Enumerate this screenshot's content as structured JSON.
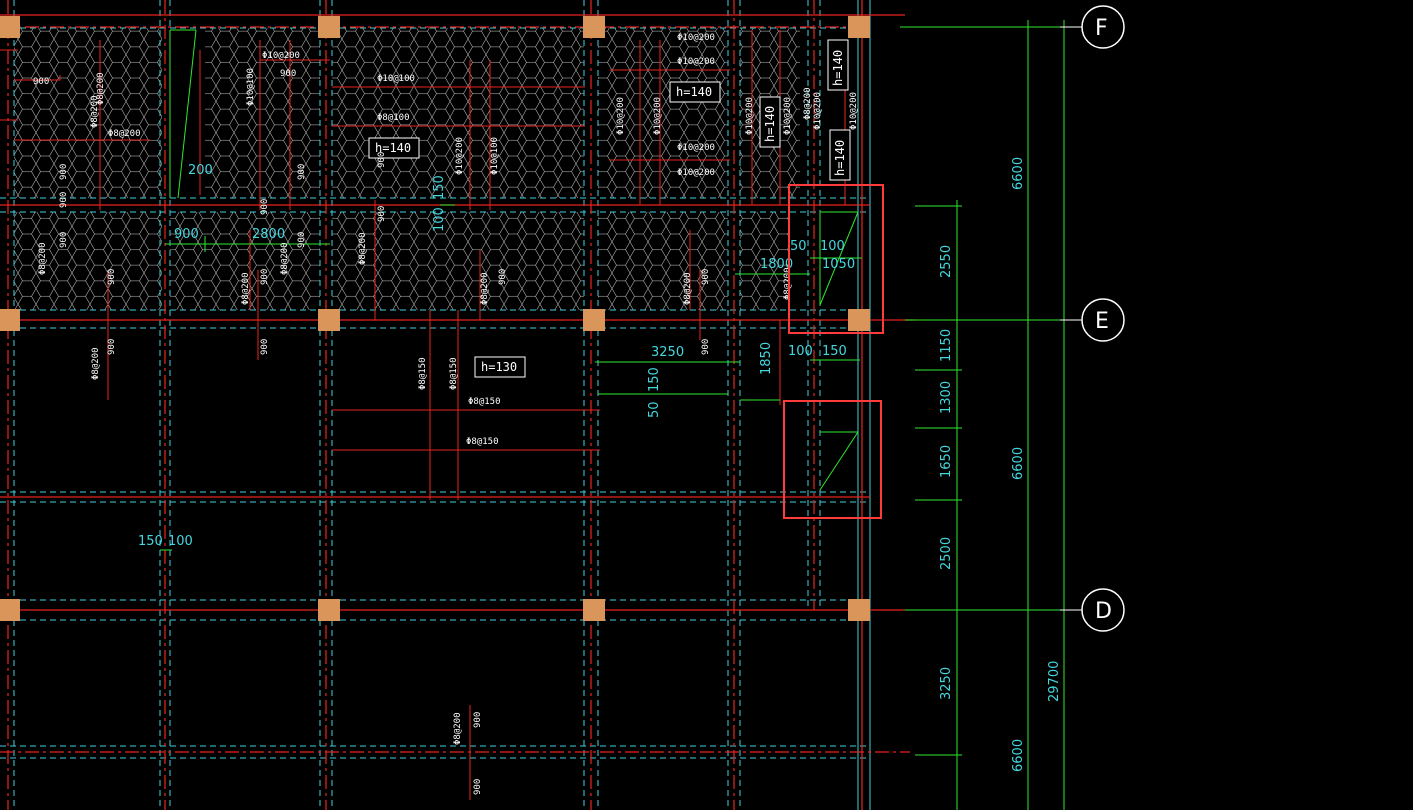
{
  "axes": [
    {
      "label": "F",
      "name": "axis-f"
    },
    {
      "label": "E",
      "name": "axis-e"
    },
    {
      "label": "D",
      "name": "axis-d"
    }
  ],
  "dimensions": {
    "right_1": [
      "6600",
      "6600",
      "6600"
    ],
    "right_total": "29700",
    "right_2": [
      "2550",
      "1150",
      "1300",
      "1650",
      "2500",
      "3250"
    ],
    "plan": [
      "200",
      "150",
      "100",
      "900",
      "2800",
      "50",
      "100",
      "1800",
      "1050",
      "3250",
      "1850",
      "100",
      "150",
      "50",
      "150",
      "150",
      "100"
    ]
  },
  "slab_thickness": [
    "h=140",
    "h=140",
    "h=140",
    "h=140",
    "h=140",
    "h=130"
  ],
  "rebar_labels": [
    "Φ8@200",
    "Φ8@200",
    "Φ10@200",
    "Φ10@100",
    "Φ10@100",
    "Φ10@200",
    "Φ8@100",
    "Φ10@100",
    "Φ10@200",
    "Φ10@200",
    "Φ10@200",
    "Φ10@200",
    "Φ10@200",
    "Φ10@200",
    "Φ10@200",
    "Φ10@200",
    "Φ10@200",
    "Φ10@200",
    "Φ8@200",
    "Φ8@200",
    "Φ8@200",
    "Φ8@200",
    "Φ8@200",
    "Φ8@200",
    "Φ8@200",
    "Φ8@200",
    "Φ8@200",
    "Φ8@150",
    "Φ8@150",
    "Φ8@150",
    "Φ8@150",
    "Φ8@200",
    "Φ8@200"
  ],
  "length_labels": [
    "900",
    "900",
    "900",
    "900",
    "900",
    "900",
    "900",
    "900",
    "900",
    "900",
    "900",
    "900",
    "900",
    "900",
    "900",
    "900",
    "900",
    "900",
    "900"
  ],
  "colors": {
    "background": "#000000",
    "beam_red": "#e8241f",
    "grid_cyan": "#3fd0dc",
    "dim_green": "#2ee82e",
    "column_fill": "#d9955a",
    "highlight": "#ff3b3b",
    "text_white": "#ffffff"
  }
}
